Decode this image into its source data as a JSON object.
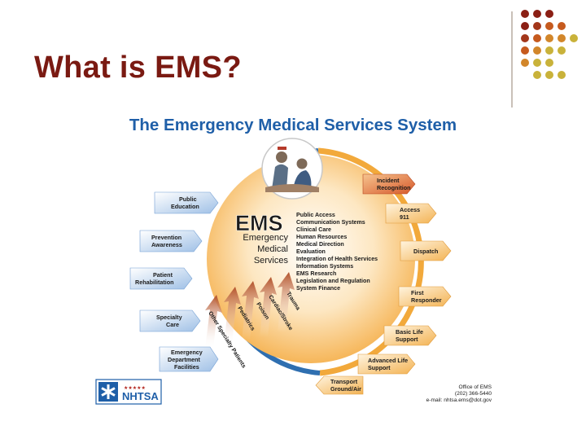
{
  "slide": {
    "title": "What is EMS?"
  },
  "diagram": {
    "heading": "The Emergency Medical Services System",
    "center": {
      "acronym": "EMS",
      "line1": "Emergency",
      "line2": "Medical",
      "line3": "Services"
    },
    "components": [
      "Public Access",
      "Communication Systems",
      "Clinical Care",
      "Human Resources",
      "Medical Direction",
      "Evaluation",
      "Integration of Health Services",
      "Information Systems",
      "EMS Research",
      "Legislation and Regulation",
      "System Finance"
    ],
    "right_cycle": [
      {
        "line1": "Incident",
        "line2": "Recognition"
      },
      {
        "line1": "Access",
        "line2": "911"
      },
      {
        "line1": "Dispatch",
        "line2": ""
      },
      {
        "line1": "First",
        "line2": "Responder"
      },
      {
        "line1": "Basic Life",
        "line2": "Support"
      },
      {
        "line1": "Advanced Life",
        "line2": "Support"
      },
      {
        "line1": "Transport",
        "line2": "Ground/Air"
      }
    ],
    "left_cycle": [
      {
        "line1": "Public",
        "line2": "Education",
        "line3": ""
      },
      {
        "line1": "Prevention",
        "line2": "Awareness",
        "line3": ""
      },
      {
        "line1": "Patient",
        "line2": "Rehabilitation",
        "line3": ""
      },
      {
        "line1": "Specialty",
        "line2": "Care",
        "line3": ""
      },
      {
        "line1": "Emergency",
        "line2": "Department",
        "line3": "Facilities"
      }
    ],
    "arrow_labels": [
      "Other Specialty Patients",
      "Pediatrics",
      "Poison",
      "Cardiac/Stroke",
      "Trauma"
    ],
    "footer": {
      "agency": "NHTSA",
      "office_line1": "Office of EMS",
      "office_line2": "(202) 366-5440",
      "office_line3": "e-mail: nhtsa.ems@dot.gov"
    }
  },
  "colors": {
    "title": "#7a1a12",
    "heading": "#1f5fa8",
    "dot_dark": "#8b1f14",
    "dot_mid": "#c65a1e",
    "dot_light": "#c9b23a",
    "orange_ring": "#f2a93b",
    "blue_ring": "#2f6fb0"
  }
}
